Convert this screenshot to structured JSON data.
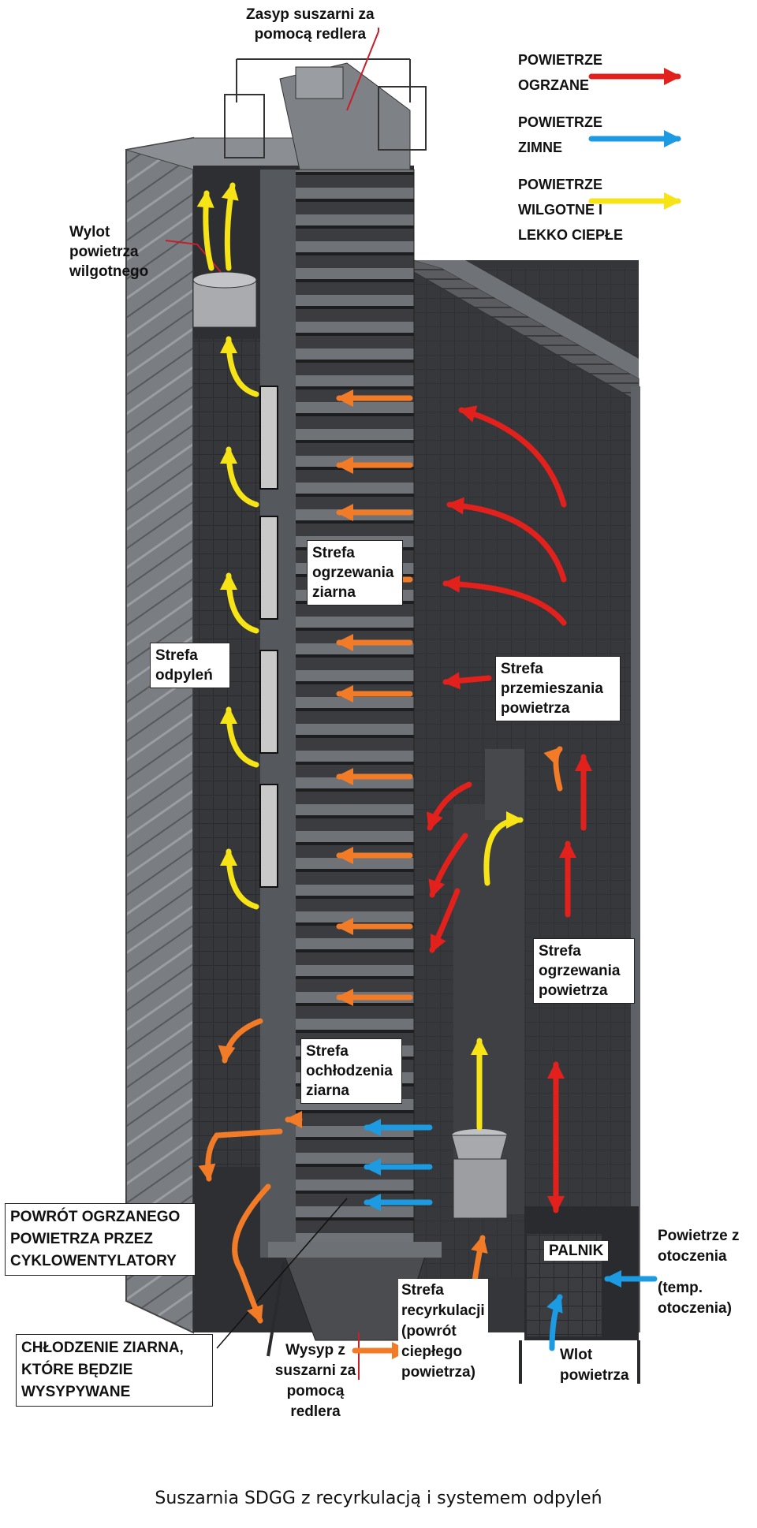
{
  "legend": {
    "hot": {
      "line1": "POWIETRZE",
      "line2": "OGRZANE",
      "color": "#e3211c"
    },
    "cold": {
      "line1": "POWIETRZE",
      "line2": "ZIMNE",
      "color": "#1c9be3"
    },
    "wet": {
      "line1": "POWIETRZE",
      "line2": "WILGOTNE I",
      "line3": "LEKKO CIEPŁE",
      "color": "#f7e417"
    }
  },
  "labels": {
    "zasyp": {
      "line1": "Zasyp suszarni za",
      "line2": "pomocą redlera"
    },
    "wylot": {
      "line1": "Wylot",
      "line2": "powietrza",
      "line3": "wilgotnego"
    },
    "strefa_ogrzewania_ziarna": {
      "line1": "Strefa",
      "line2": "ogrzewania",
      "line3": "ziarna"
    },
    "strefa_odpylen": {
      "line1": "Strefa",
      "line2": "odpyleń"
    },
    "strefa_przemieszania": {
      "line1": "Strefa",
      "line2": "przemieszania",
      "line3": "powietrza"
    },
    "strefa_ogrzewania_powietrza": {
      "line1": "Strefa",
      "line2": "ogrzewania",
      "line3": "powietrza"
    },
    "strefa_ochlodzenia": {
      "line1": "Strefa",
      "line2": "ochłodzenia",
      "line3": "ziarna"
    },
    "powrot": {
      "line1": "POWRÓT OGRZANEGO",
      "line2": "POWIETRZA PRZEZ",
      "line3": "CYKLOWENTYLATORY"
    },
    "palnik": "PALNIK",
    "powietrze_z_otoczenia": {
      "line1": "Powietrze z",
      "line2": "otoczenia",
      "line3": "(temp.",
      "line4": "otoczenia)"
    },
    "strefa_recyrkulacji": {
      "line1": "Strefa",
      "line2": "recyrkulacji",
      "line3": "(powrót",
      "line4": "ciepłego",
      "line5": "powietrza)"
    },
    "chlodzenie": {
      "line1": "CHŁODZENIE ZIARNA,",
      "line2": "KTÓRE BĘDZIE",
      "line3": "WYSYPYWANE"
    },
    "wysyp": {
      "line1": "Wysyp z",
      "line2": "suszarni za",
      "line3": "pomocą",
      "line4": "redlera"
    },
    "wlot": {
      "line1": "Wlot",
      "line2": "powietrza"
    }
  },
  "caption": "Suszarnia SDGG z recyrkulacją i systemem odpyleń",
  "colors": {
    "orange": "#f27b27",
    "steel": "#6b6e73",
    "dark": "#2d2f33",
    "panel": "#c9c9c9"
  }
}
